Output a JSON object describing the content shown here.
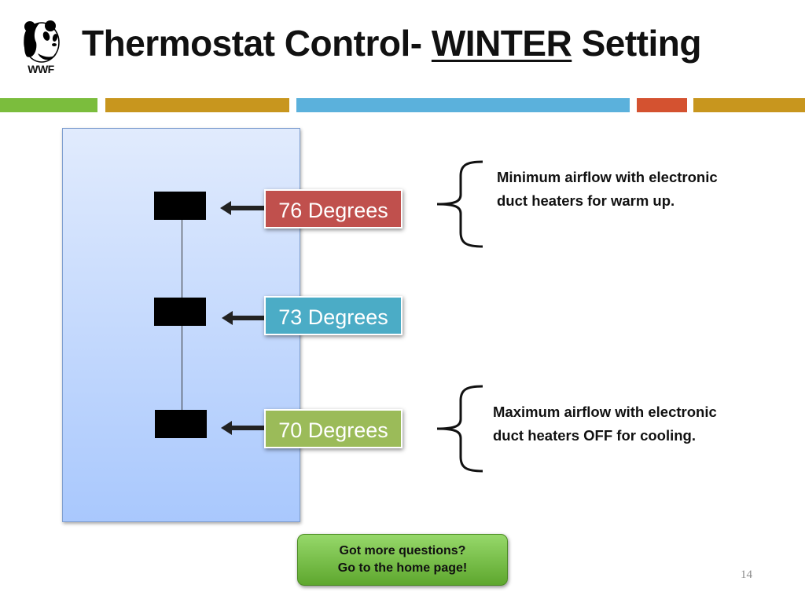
{
  "logo": {
    "text": "WWF",
    "icon": "panda-icon"
  },
  "title": {
    "prefix": "Thermostat Control- ",
    "emphasis": "WINTER",
    "suffix": " Setting"
  },
  "colors": {
    "green_bar": "#7bbd3d",
    "gold_bar": "#c8961e",
    "blue_bar": "#5bb1dc",
    "red_bar": "#d45230",
    "deg76": "#c0504d",
    "deg73": "#4bacc6",
    "deg70": "#9bbb59"
  },
  "thermostat": {
    "settings": [
      {
        "label": "76 Degrees"
      },
      {
        "label": "73 Degrees"
      },
      {
        "label": "70 Degrees"
      }
    ]
  },
  "notes": {
    "top": {
      "line1": "Minimum airflow with electronic",
      "line2": "duct heaters for warm up."
    },
    "bottom": {
      "line1": "Maximum airflow with electronic",
      "line2": "duct heaters OFF for cooling."
    }
  },
  "home_button": {
    "line1": "Got more questions?",
    "line2": "Go to the home page!"
  },
  "page_number": "14"
}
